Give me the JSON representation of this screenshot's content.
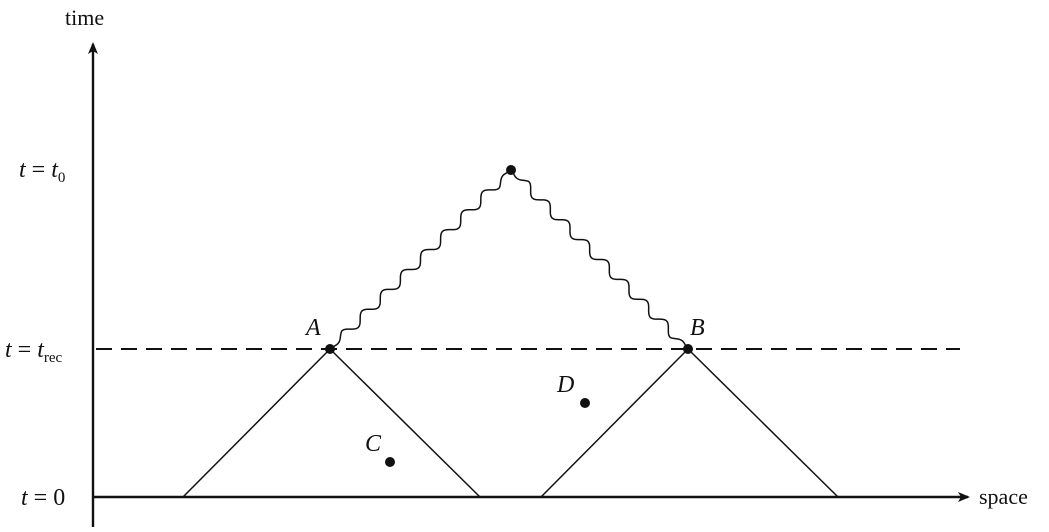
{
  "axes": {
    "y_label": "time",
    "x_label": "space"
  },
  "ticks": {
    "t0": {
      "lhs": "t",
      "eq": " = ",
      "var": "t",
      "sub": "0"
    },
    "trec": {
      "lhs": "t",
      "eq": " = ",
      "var": "t",
      "sub": "rec"
    },
    "zero": {
      "lhs": "t",
      "eq": " = ",
      "val": "0"
    }
  },
  "points": {
    "A": "A",
    "B": "B",
    "C": "C",
    "D": "D"
  },
  "colors": {
    "ink": "#111111",
    "background": "#ffffff"
  }
}
